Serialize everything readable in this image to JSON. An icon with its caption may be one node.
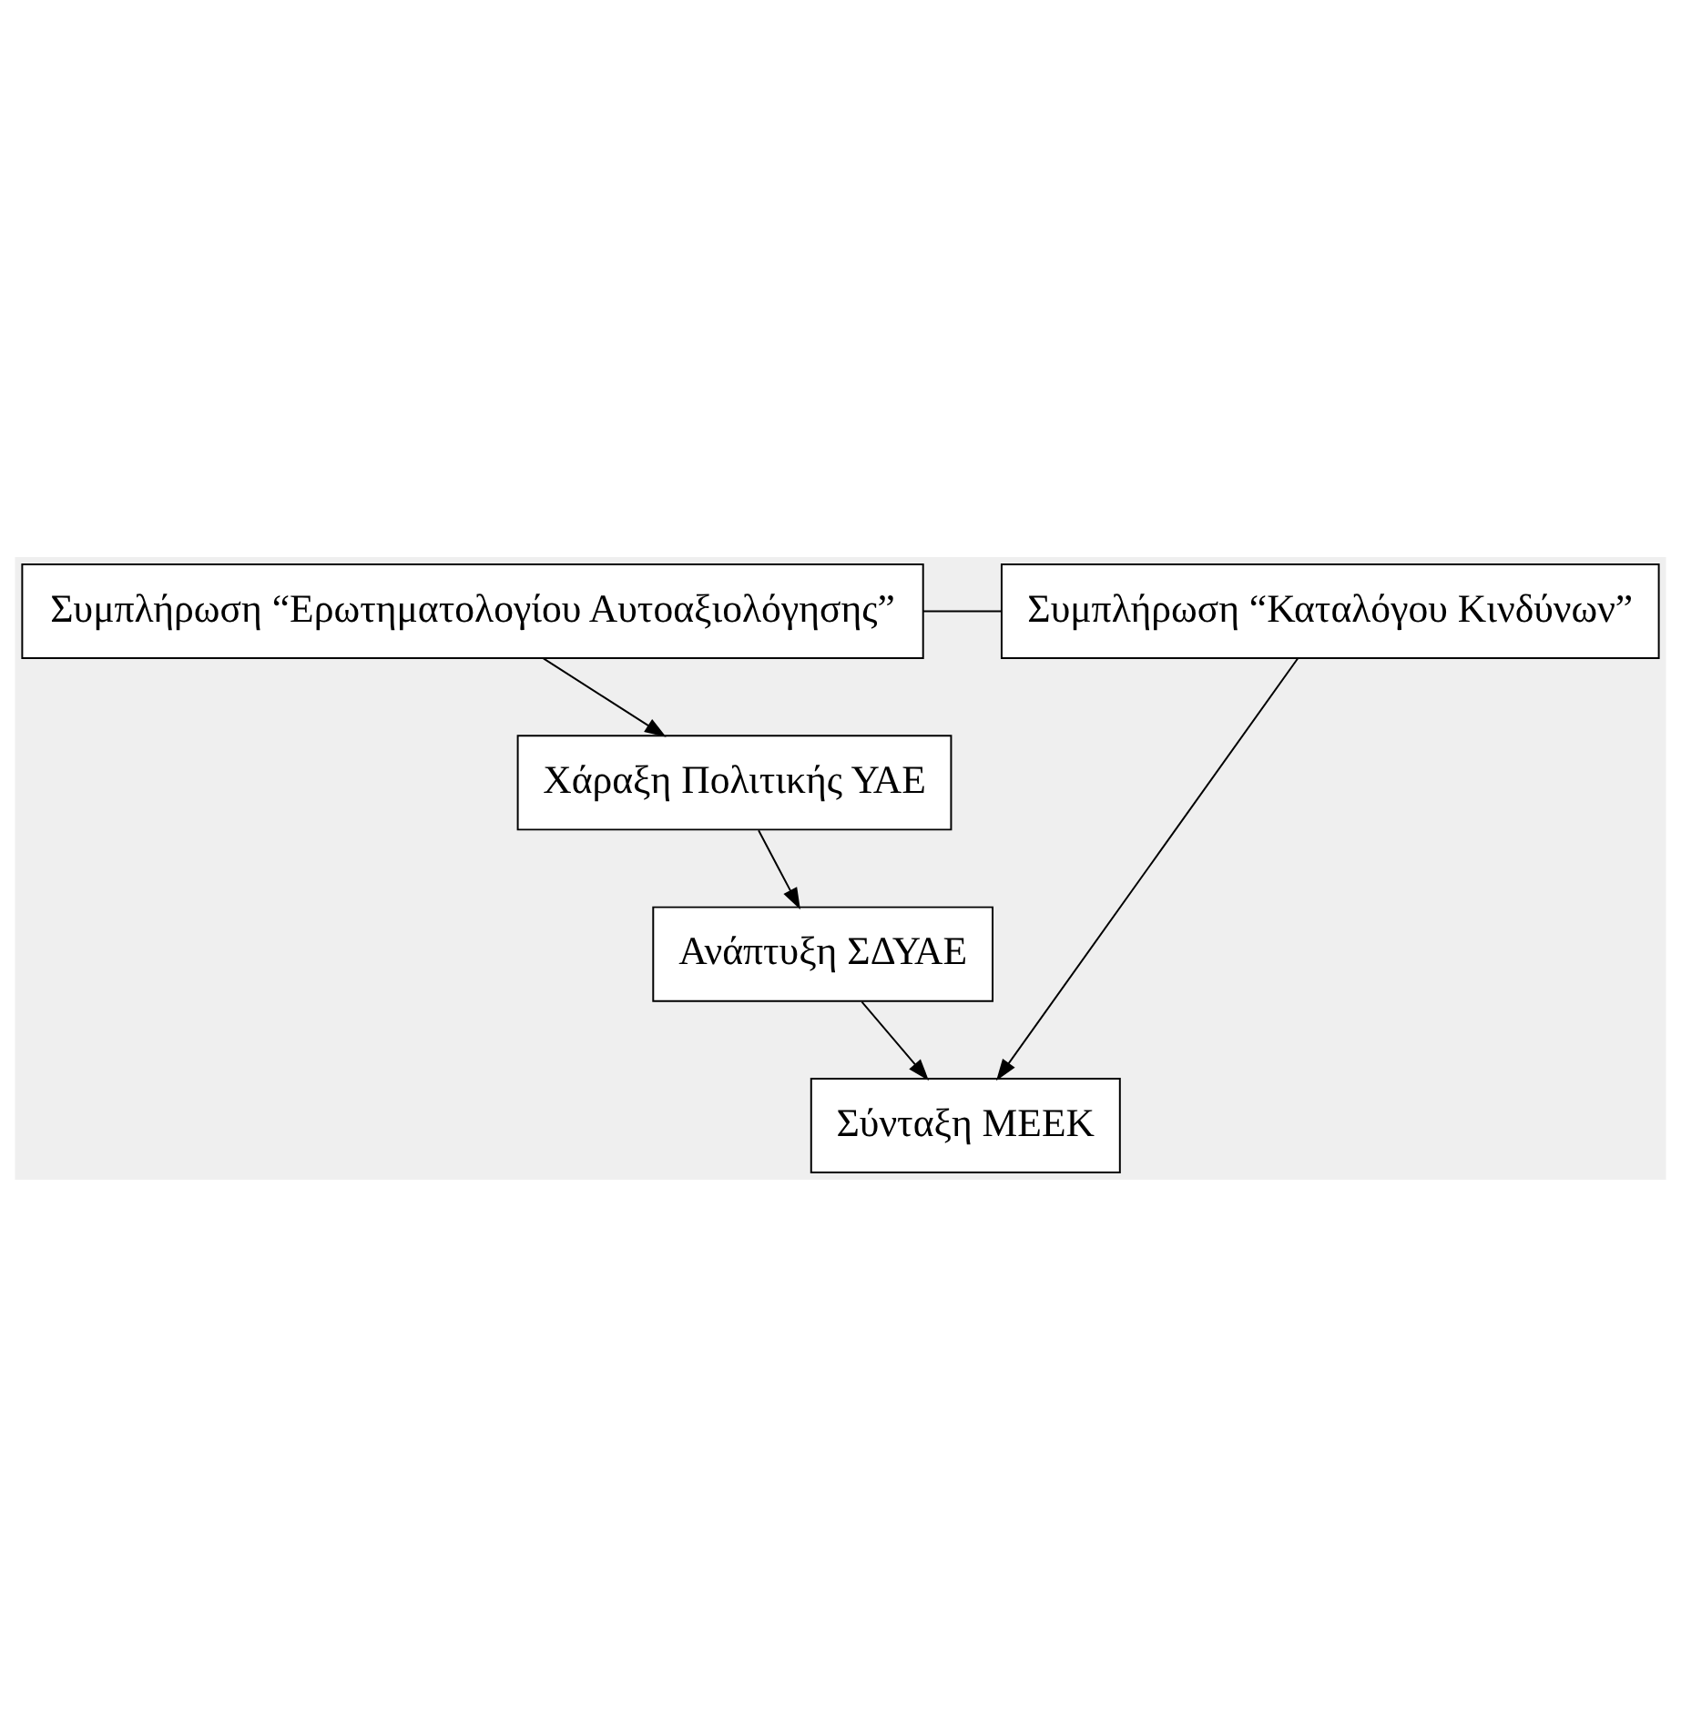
{
  "diagram": {
    "nodes": [
      {
        "text": [
          "Συμπλήρωση “Ερωτηματολογίου Αυτοαξιολόγησης”"
        ]
      },
      {
        "text": [
          "Συμπλήρωση “Καταλόγου Κινδύνων”"
        ]
      },
      {
        "text": [
          "Χάραξη Πολιτικής ΥΑΕ"
        ]
      },
      {
        "text": [
          "Ανάπτυξη ΣΔΥΑΕ"
        ]
      },
      {
        "text": [
          "Σύνταξη ΜΕΕΚ"
        ]
      }
    ],
    "edges": [
      {
        "from": 0,
        "to": 1,
        "arrow": "none"
      },
      {
        "from": 0,
        "to": 2,
        "arrow": "to"
      },
      {
        "from": 2,
        "to": 3,
        "arrow": "to"
      },
      {
        "from": 3,
        "to": 4,
        "arrow": "to"
      },
      {
        "from": 1,
        "to": 4,
        "arrow": "to"
      }
    ]
  }
}
